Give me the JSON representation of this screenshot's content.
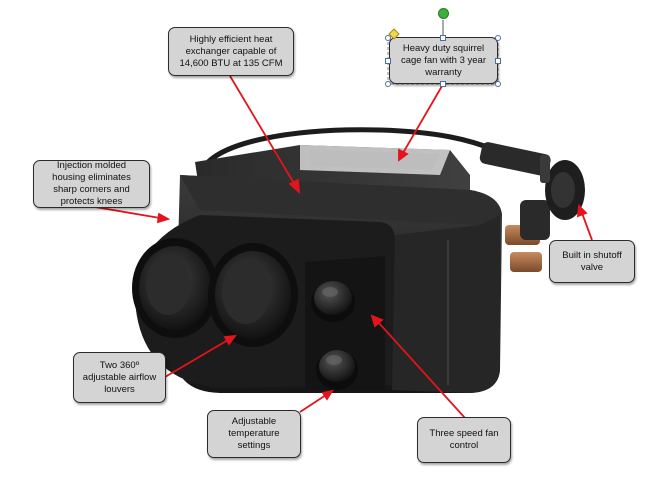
{
  "callouts": {
    "heat_exchanger": "Highly efficient heat\nexchanger capable of\n14,600 BTU at 135 CFM",
    "fan": "Heavy duty squirrel\ncage fan with 3 year\nwarranty",
    "housing": "Injection molded\nhousing eliminates\nsharp corners and\nprotects knees",
    "shutoff": "Built in shutoff\nvalve",
    "louvers": "Two 360º\nadjustable airflow\nlouvers",
    "temperature": "Adjustable\ntemperature\nsettings",
    "fan_speed": "Three speed fan\ncontrol"
  },
  "colors": {
    "arrow": "#e3141b",
    "callout_fill": "#d4d4d4",
    "callout_border": "#2b2b2b",
    "selection_handle": "#3fae3f",
    "anchor_handle": "#f2d64b"
  }
}
